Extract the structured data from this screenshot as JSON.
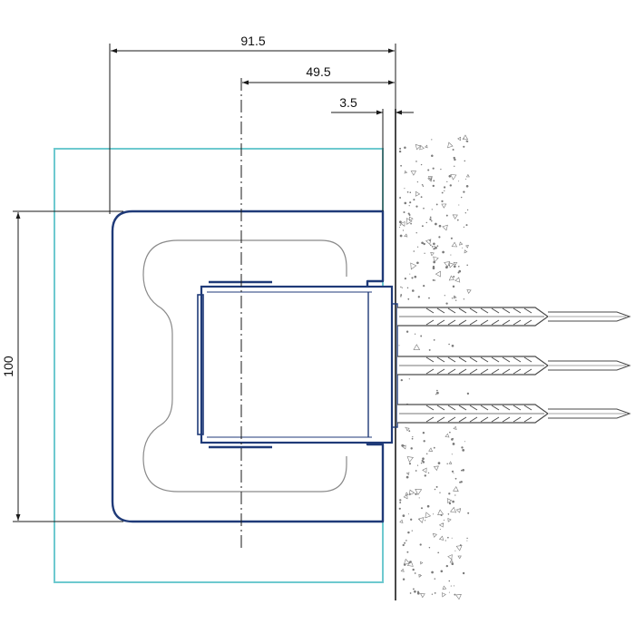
{
  "dimensions": {
    "overall_width": "91.5",
    "centerline_to_wall": "49.5",
    "wall_gap": "3.5",
    "height": "100"
  },
  "colors": {
    "line": "#1a1a1a",
    "profile": "#1f3a78",
    "glass": "#6ec9cf",
    "wall_fill": "#ffffff",
    "wall_speckle": "#7a7a7a"
  }
}
